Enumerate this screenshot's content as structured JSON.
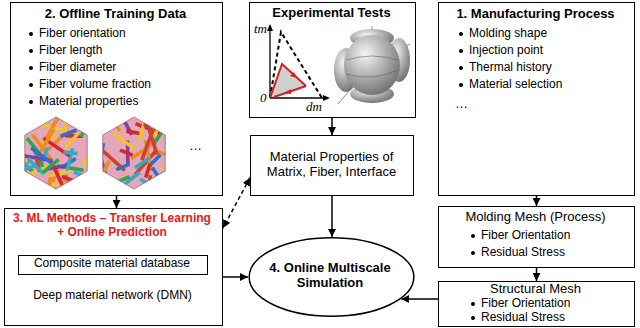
{
  "diagram": {
    "nodes": [
      {
        "text": [
          "2. Offline Training Data",
          "Fiber orientation",
          "Fiber length",
          "Fiber diameter",
          "Fiber volume fraction",
          "Material properties",
          "…"
        ]
      },
      {
        "text": [
          "Experimental Tests"
        ]
      },
      {
        "text": [
          "1. Manufacturing Process",
          "Molding shape",
          "Injection point",
          "Thermal history",
          "Material selection",
          "…"
        ]
      },
      {
        "text": [
          "Material Properties of Matrix, Fiber, Interface"
        ]
      },
      {
        "text": [
          "Molding Mesh (Process)",
          "Fiber Orientation",
          "Residual Stress"
        ]
      },
      {
        "text": [
          "3. ML Methods – Transfer Learning + Online Prediction",
          "Deep material network (DMN)"
        ]
      },
      {
        "text": [
          "Composite material database"
        ],
        "in": 5
      },
      {
        "text": [
          "4. Online Multiscale Simulation"
        ]
      },
      {
        "text": [
          "Structural Mesh",
          "Fiber Orientation",
          "Residual Stress"
        ]
      }
    ],
    "edges": [
      {
        "from": 0,
        "to": 5,
        "arrow": "to"
      },
      {
        "from": 1,
        "to": 3,
        "arrow": "to"
      },
      {
        "from": 2,
        "to": 4,
        "arrow": "to"
      },
      {
        "from": 4,
        "to": 8,
        "arrow": "to"
      },
      {
        "from": 3,
        "to": 7,
        "arrow": "to"
      },
      {
        "from": 5,
        "to": 7,
        "arrow": "to"
      },
      {
        "from": 8,
        "to": 7,
        "arrow": "to"
      },
      {
        "from": 3,
        "to": 5,
        "arrow": "both"
      }
    ],
    "labels": [
      "tm",
      "0",
      "dm"
    ]
  }
}
